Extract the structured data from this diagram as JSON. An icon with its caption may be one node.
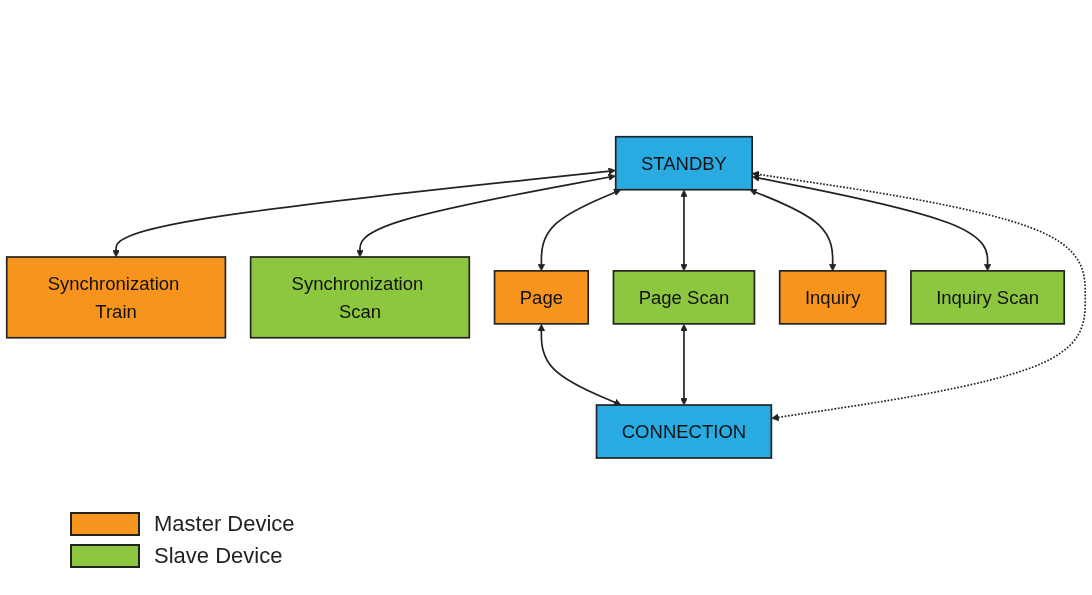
{
  "diagram": {
    "nodes": [
      {
        "text": [
          "STANDBY"
        ]
      },
      {
        "text": [
          "Synchronization Train"
        ]
      },
      {
        "text": [
          "Synchronization Scan"
        ]
      },
      {
        "text": [
          "Page"
        ]
      },
      {
        "text": [
          "Page Scan"
        ]
      },
      {
        "text": [
          "Inquiry"
        ]
      },
      {
        "text": [
          "Inquiry Scan"
        ]
      },
      {
        "text": [
          "CONNECTION"
        ]
      }
    ],
    "edges": [
      {
        "from": 0,
        "to": 1,
        "arrow": "both"
      },
      {
        "from": 0,
        "to": 2,
        "arrow": "both"
      },
      {
        "from": 0,
        "to": 3,
        "arrow": "both"
      },
      {
        "from": 0,
        "to": 4,
        "arrow": "both"
      },
      {
        "from": 0,
        "to": 5,
        "arrow": "both"
      },
      {
        "from": 0,
        "to": 6,
        "arrow": "both"
      },
      {
        "from": 3,
        "to": 7,
        "arrow": "both"
      },
      {
        "from": 4,
        "to": 7,
        "arrow": "both"
      },
      {
        "from": 7,
        "to": 0,
        "arrow": "both",
        "style": "dashed"
      }
    ],
    "legend": [
      {
        "text": "Master Device",
        "color": "#f7941d"
      },
      {
        "text": "Slave Device",
        "color": "#8dc63f"
      }
    ]
  }
}
